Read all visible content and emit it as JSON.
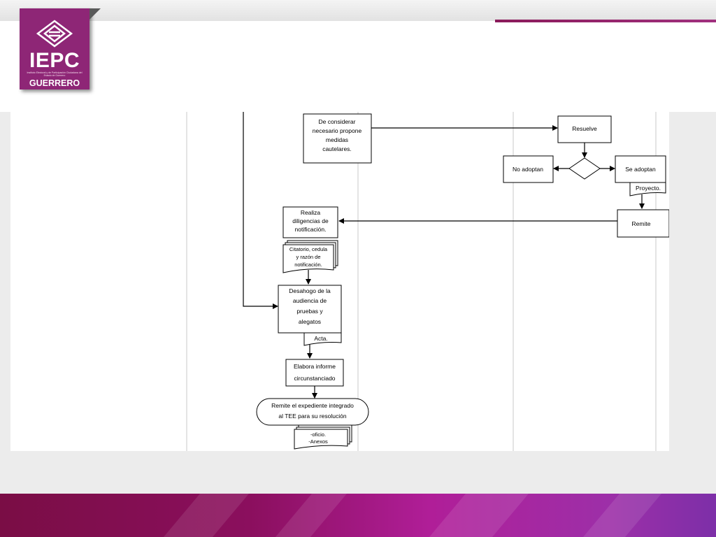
{
  "logo": {
    "name": "IEPC",
    "small_text": "Instituto Electoral y de Participación Ciudadana del Estado de Guerrero",
    "subname": "GUERRERO",
    "colors": {
      "background": "#8e2676",
      "text": "#ffffff"
    }
  },
  "nodes": {
    "medidas": [
      "De considerar",
      "necesario propone",
      "medidas",
      "cautelares."
    ],
    "resuelve": "Resuelve",
    "no_adoptan": "No adoptan",
    "se_adoptan": "Se adoptan",
    "proyecto": "Proyecto.",
    "remite": "Remite",
    "realiza": [
      "Realiza",
      "diligencias de",
      "notificación."
    ],
    "citatorio": [
      "Citatorio, cedula",
      "y razón de",
      "notificación."
    ],
    "desahogo": [
      "Desahogo  de  la",
      "audiencia de",
      "pruebas  y",
      "alegatos"
    ],
    "acta": "Acta.",
    "elabora": [
      "Elabora  informe",
      "circunstanciado"
    ],
    "remite_expediente": [
      "Remite el expediente  integrado",
      "al TEE para  su resolución"
    ],
    "oficio": [
      "-oficio.",
      "-Anexos"
    ]
  },
  "colors": {
    "accent": "#8e2676",
    "band_start": "#7a0d45",
    "band_end": "#7d2fa8"
  }
}
